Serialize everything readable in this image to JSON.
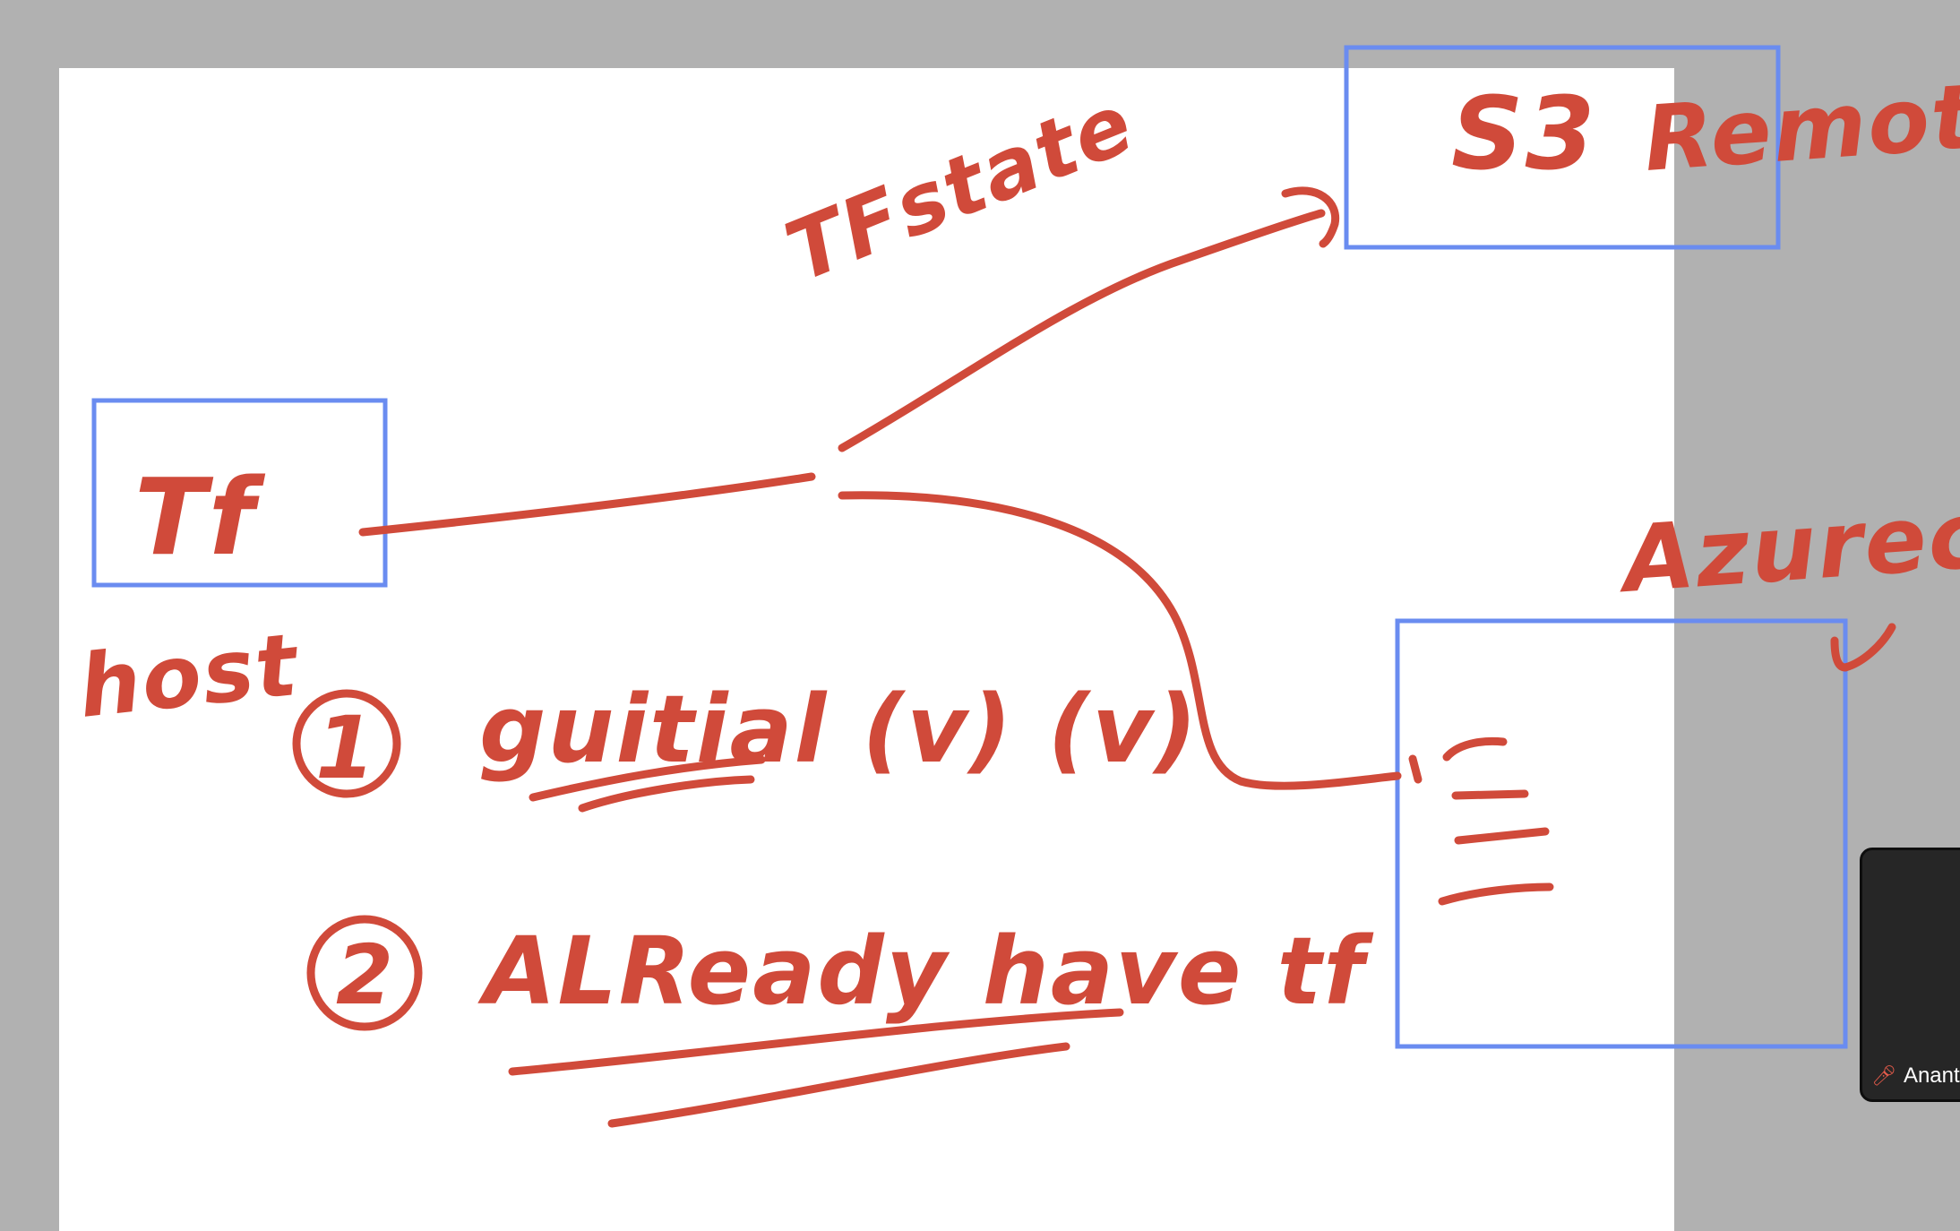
{
  "board": {
    "boxes": {
      "tf": "Tf",
      "s3": "S3",
      "azure": "Azurec"
    },
    "labels": {
      "host": "host",
      "tfstate": "TFstate",
      "remote": "Remote"
    },
    "list": [
      {
        "num": "1",
        "text": "guitial (v) (v)"
      },
      {
        "num": "2",
        "text": "ALReady have tf"
      }
    ]
  },
  "participant": {
    "name": "Anant",
    "icon": "muted-mic-icon"
  },
  "colors": {
    "ink": "#d04a3a",
    "box": "#6a8cf0",
    "background": "#b1b1b1"
  }
}
